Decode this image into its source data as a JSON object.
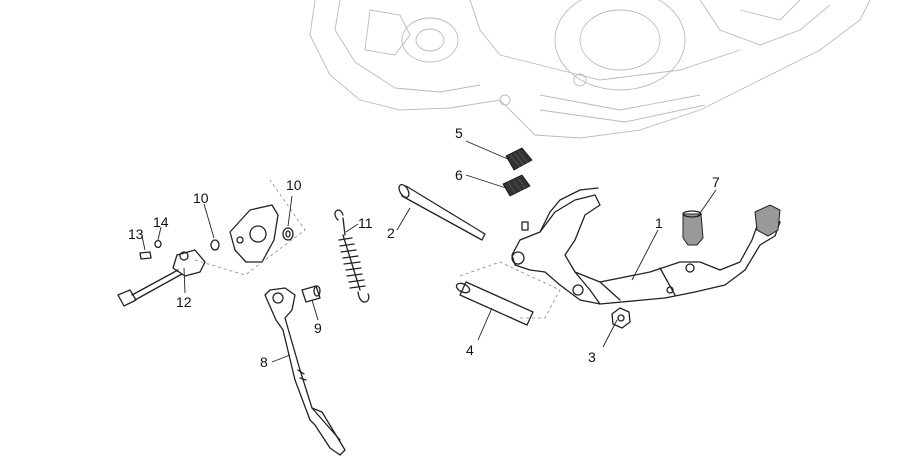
{
  "callouts": [
    {
      "id": "1",
      "label": "1"
    },
    {
      "id": "2",
      "label": "2"
    },
    {
      "id": "3",
      "label": "3"
    },
    {
      "id": "4",
      "label": "4"
    },
    {
      "id": "5",
      "label": "5"
    },
    {
      "id": "6",
      "label": "6"
    },
    {
      "id": "7",
      "label": "7"
    },
    {
      "id": "8",
      "label": "8"
    },
    {
      "id": "9",
      "label": "9"
    },
    {
      "id": "10a",
      "label": "10"
    },
    {
      "id": "10b",
      "label": "10"
    },
    {
      "id": "11",
      "label": "11"
    },
    {
      "id": "12",
      "label": "12"
    },
    {
      "id": "13",
      "label": "13"
    },
    {
      "id": "14",
      "label": "14"
    }
  ]
}
